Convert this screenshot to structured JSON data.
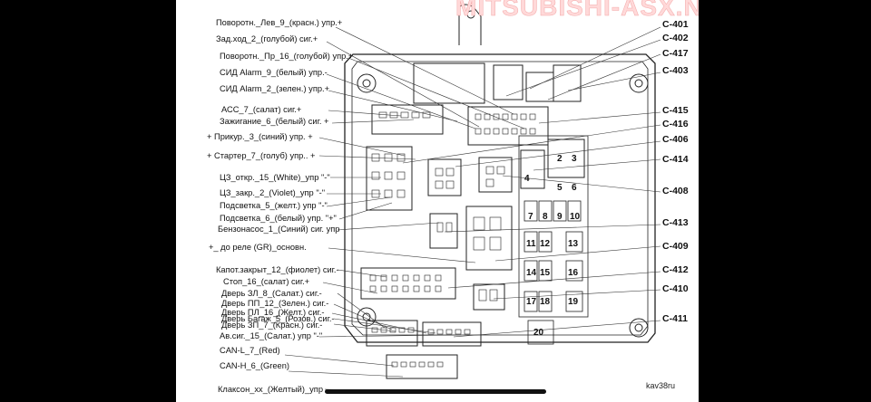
{
  "watermark": "MITSUBISHI-ASX.NET",
  "credit": "kav38ru",
  "left_labels": [
    "Поворотн._Лев_9_(красн.) упр.+",
    "Зад.ход_2_(голубой) сиг.+",
    "Поворотн._Пр_16_(голубой) упр.+",
    "СИД Alarm_9_(белый) упр.-",
    "СИД Alarm_2_(зелен.) упр.+",
    "АСС_7_(салат)  сиг.+",
    "Зажигание_6_(белый)  сиг. +",
    "+ Прикур._3_(синий)  упр. +",
    "+ Стартер_7_(голуб)  упр.. +",
    "ЦЗ_откр._15_(White)_упр \"-\"",
    "ЦЗ_закр._2_(Violet)_упр \"-\"",
    "Подсветка_5_(желт.) упр \"-\"",
    "Подсветка_6_(белый)  упр. \"+\"",
    "Бензонасос_1_(Синий)  сиг. упр",
    "+_ до реле (GR)_основн.",
    "Капот.закрыт_12_(фиолет) сиг.-",
    "Стоп_16_(салат) сиг.+",
    "Дверь ЗЛ_8_(Салат.) сиг.-",
    "Дверь ПП_12_(Зелен.) сиг.-",
    "Дверь ПЛ_16_(Желт.) сиг.-",
    "Дверь Багаж_5_(Розов.) сиг.-",
    "Дверь ЗП_7_(Красн.) сиг.-",
    "Ав.сиг._15_(Салат.) упр \"-\"",
    "CAN-L_7_(Red)",
    "CAN-H_6_(Green)",
    "Клаксон_хх_(Желтый)_упр"
  ],
  "connectors": [
    "C-401",
    "C-402",
    "C-417",
    "C-403",
    "C-415",
    "C-416",
    "C-406",
    "C-414",
    "C-408",
    "C-413",
    "C-409",
    "C-412",
    "C-410",
    "C-411"
  ],
  "fuse_numbers": [
    "2",
    "3",
    "4",
    "5",
    "6",
    "7",
    "8",
    "9",
    "10",
    "11",
    "12",
    "13",
    "14",
    "15",
    "16",
    "17",
    "18",
    "19",
    "20"
  ]
}
